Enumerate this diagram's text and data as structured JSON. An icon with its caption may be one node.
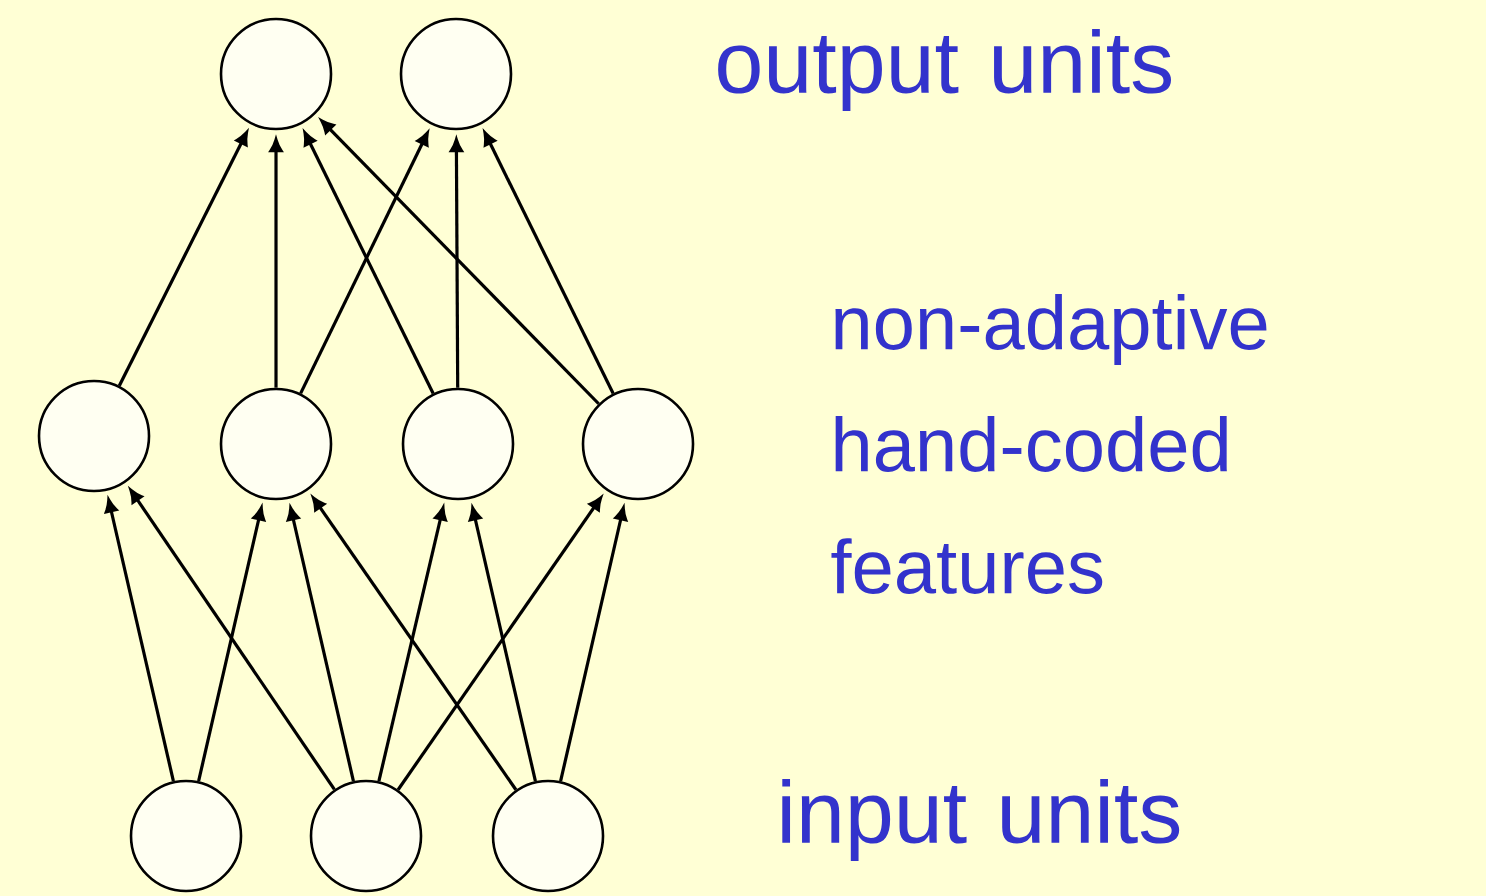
{
  "diagram": {
    "nodes": [
      {
        "text": [],
        "shape": "circle"
      },
      {
        "text": [],
        "shape": "circle"
      },
      {
        "text": [],
        "shape": "circle"
      },
      {
        "text": [],
        "shape": "circle"
      },
      {
        "text": [],
        "shape": "circle"
      },
      {
        "text": [],
        "shape": "circle"
      },
      {
        "text": [],
        "shape": "circle"
      },
      {
        "text": [],
        "shape": "circle"
      },
      {
        "text": [],
        "shape": "circle"
      }
    ],
    "edges": [
      {
        "from": 2,
        "to": 0,
        "arrow": "to"
      },
      {
        "from": 3,
        "to": 0,
        "arrow": "to"
      },
      {
        "from": 3,
        "to": 1,
        "arrow": "to"
      },
      {
        "from": 4,
        "to": 0,
        "arrow": "to"
      },
      {
        "from": 4,
        "to": 1,
        "arrow": "to"
      },
      {
        "from": 5,
        "to": 0,
        "arrow": "to"
      },
      {
        "from": 5,
        "to": 1,
        "arrow": "to"
      },
      {
        "from": 6,
        "to": 2,
        "arrow": "to"
      },
      {
        "from": 6,
        "to": 3,
        "arrow": "to"
      },
      {
        "from": 7,
        "to": 2,
        "arrow": "to"
      },
      {
        "from": 7,
        "to": 3,
        "arrow": "to"
      },
      {
        "from": 7,
        "to": 4,
        "arrow": "to"
      },
      {
        "from": 7,
        "to": 5,
        "arrow": "to"
      },
      {
        "from": 8,
        "to": 3,
        "arrow": "to"
      },
      {
        "from": 8,
        "to": 4,
        "arrow": "to"
      },
      {
        "from": 8,
        "to": 5,
        "arrow": "to"
      }
    ],
    "labels": [
      "output units",
      "non-adaptive hand-coded features",
      "input units"
    ]
  }
}
